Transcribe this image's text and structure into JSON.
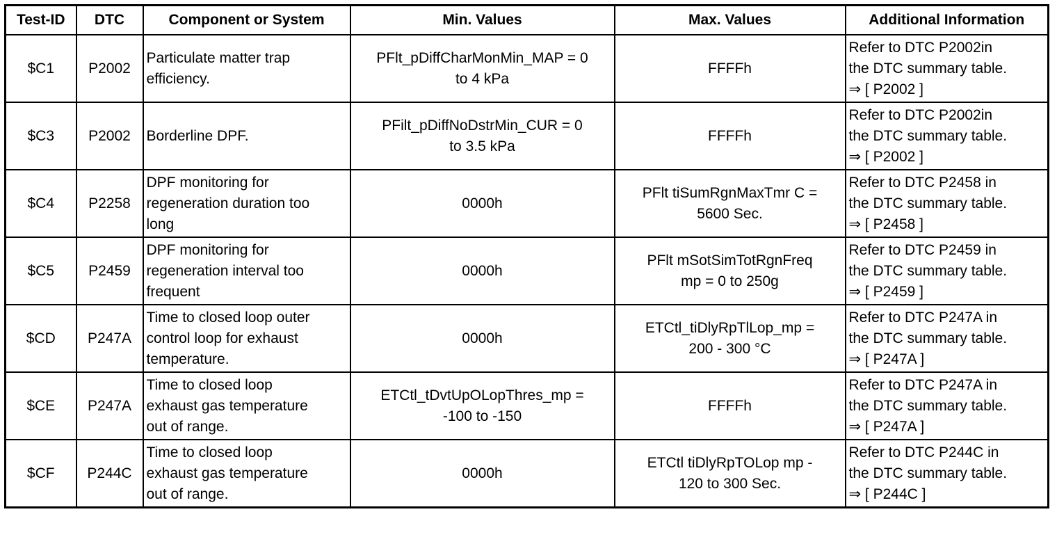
{
  "table": {
    "headers": [
      "Test-ID",
      "DTC",
      "Component or System",
      "Min. Values",
      "Max. Values",
      "Additional Information"
    ],
    "rows": [
      {
        "test_id": "$C1",
        "dtc": "P2002",
        "component": "Particulate matter trap\nefficiency.",
        "min": "PFlt_pDiffCharMonMin_MAP = 0\nto 4 kPa",
        "max": "FFFFh",
        "info_line1": "Refer to DTC P2002in",
        "info_line2": "the DTC summary table.",
        "info_link": "⇒ [ P2002 ]"
      },
      {
        "test_id": "$C3",
        "dtc": "P2002",
        "component": "Borderline DPF.",
        "min": "PFilt_pDiffNoDstrMin_CUR = 0\nto 3.5 kPa",
        "max": "FFFFh",
        "info_line1": "Refer to DTC P2002in",
        "info_line2": "the DTC summary table.",
        "info_link": "⇒ [ P2002 ]"
      },
      {
        "test_id": "$C4",
        "dtc": "P2258",
        "component": "DPF monitoring for\nregeneration duration too\nlong",
        "min": "0000h",
        "max": "PFlt tiSumRgnMaxTmr C =\n5600 Sec.",
        "info_line1": "Refer to DTC P2458 in",
        "info_line2": "the DTC summary table.",
        "info_link": "⇒ [ P2458 ]"
      },
      {
        "test_id": "$C5",
        "dtc": "P2459",
        "component": "DPF monitoring for\nregeneration interval too\nfrequent",
        "min": "0000h",
        "max": "PFlt mSotSimTotRgnFreq\nmp = 0 to 250g",
        "info_line1": "Refer to DTC P2459 in",
        "info_line2": "the DTC summary table.",
        "info_link": "⇒ [ P2459 ]"
      },
      {
        "test_id": "$CD",
        "dtc": "P247A",
        "component": "Time to closed loop outer\ncontrol loop for exhaust\ntemperature.",
        "min": "0000h",
        "max": "ETCtl_tiDlyRpTlLop_mp =\n200 - 300 °C",
        "info_line1": "Refer to DTC P247A in",
        "info_line2": "the DTC summary table.",
        "info_link": "⇒ [ P247A ]"
      },
      {
        "test_id": "$CE",
        "dtc": "P247A",
        "component": "Time to closed loop\nexhaust gas temperature\nout of range.",
        "min": "ETCtl_tDvtUpOLopThres_mp =\n-100 to -150",
        "max": "FFFFh",
        "info_line1": "Refer to DTC P247A in",
        "info_line2": "the DTC summary table.",
        "info_link": "⇒ [ P247A ]"
      },
      {
        "test_id": "$CF",
        "dtc": "P244C",
        "component": "Time to closed loop\nexhaust gas temperature\nout of range.",
        "min": "0000h",
        "max": "ETCtl tiDlyRpTOLop mp -\n120 to 300 Sec.",
        "info_line1": "Refer to DTC P244C in",
        "info_line2": "the DTC summary table.",
        "info_link": "⇒ [ P244C ]"
      }
    ]
  }
}
